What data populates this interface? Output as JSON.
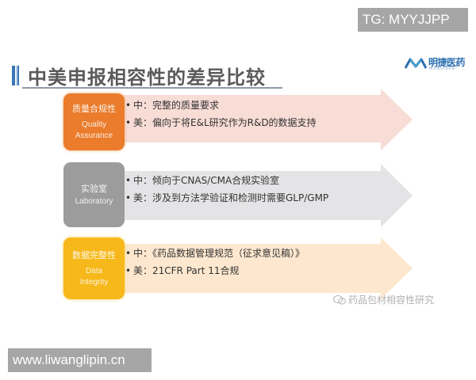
{
  "overlay": {
    "tg_label": "TG: MYYJJPP",
    "site_label": "www.liwanglipin.cn"
  },
  "slide": {
    "title": "中美申报相容性的差异比较",
    "logo": {
      "cn": "明捷医药",
      "en": "Milestone",
      "icon": "mountain-m-logo-icon"
    },
    "colors": {
      "accent_blue": "#3a76b8",
      "qa_orange": "#ea7c2c",
      "lab_gray": "#9c9c9c",
      "di_yellow": "#f6b81a",
      "qa_arrow": "#f8dcd6",
      "lab_arrow": "#e4e4e6",
      "di_arrow": "#fde8cf"
    },
    "rows": [
      {
        "label_cn": "质量合规性",
        "label_en_1": "Quality",
        "label_en_2": "Assurance",
        "bullets": [
          "中：完整的质量要求",
          "美：偏向于将E&L研究作为R&D的数据支持"
        ]
      },
      {
        "label_cn": "实验室",
        "label_en_1": "Laboratory",
        "label_en_2": "",
        "bullets": [
          "中：倾向于CNAS/CMA合规实验室",
          "美：涉及到方法学验证和检测时需要GLP/GMP"
        ]
      },
      {
        "label_cn": "数据完整性",
        "label_en_1": "Data",
        "label_en_2": "Integrity",
        "bullets": [
          "中：《药品数据管理规范（征求意见稿）》",
          "美：21CFR Part 11合规"
        ]
      }
    ],
    "watermark": {
      "icon": "wechat-icon",
      "text": "药品包材相容性研究"
    },
    "bullet_glyph": "•"
  }
}
